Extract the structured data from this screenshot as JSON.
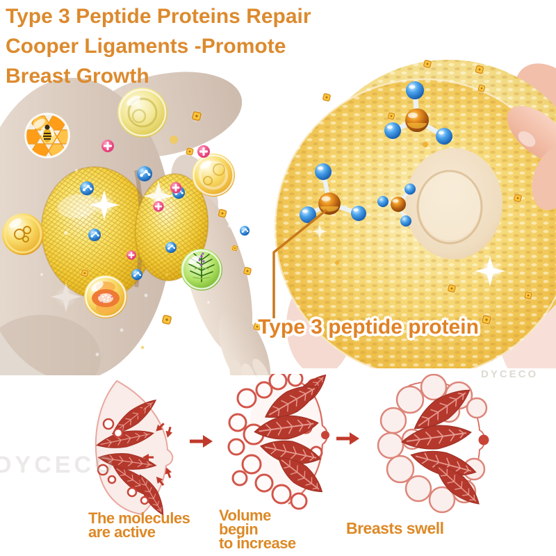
{
  "image_type": "product-infographic",
  "colors": {
    "background": "#FFFFFF",
    "headline_orange": "#DC8A2E",
    "callout_orange": "#E08226",
    "callout_line": "#C8791D",
    "step_label_orange": "#DD8926",
    "diagram_red": "#C0392B",
    "lobe_red": "#B5382C",
    "patch_gold": "#EEBE48",
    "breast_mesh_gold": "#F2CB35",
    "skin_beige": "#D8CBC0",
    "hand_skin": "#F3C0A8"
  },
  "heading": {
    "lines": [
      "Type 3 Peptide Proteins Repair",
      "Cooper Ligaments -Promote",
      "Breast Growth"
    ]
  },
  "patch_callout": {
    "label": "Type 3 peptide protein"
  },
  "watermarks": {
    "top_right": "DYCECO",
    "bottom_left": "DYCECO"
  },
  "process_steps": [
    {
      "label_lines": [
        "The molecules",
        "are active"
      ]
    },
    {
      "label_lines": [
        "Volume",
        "begin",
        "to increase"
      ]
    },
    {
      "label_lines": [
        "Breasts swell"
      ]
    }
  ],
  "illustration": {
    "left_scene_icons": [
      "woman-torso-gold-mesh-breasts",
      "honeycomb-bee-bubble",
      "golden-serum-bubble",
      "golden-essence-bubble",
      "golden-coin-bubble",
      "flower-essence-bubble",
      "rosemary-plant-bubble",
      "gold-cube-particle",
      "blue-molecule-particle",
      "pink-flower-particle",
      "sparkle"
    ],
    "patch_scene_icons": [
      "gold-woven-patch-discs",
      "inner-adhesive-pad",
      "peptide-ball-stick-molecule",
      "holding-hand",
      "gold-cube-particle",
      "sparkle"
    ],
    "diagram_icons": [
      "breast-stage-1",
      "arrow-right",
      "breast-stage-2",
      "arrow-right",
      "breast-stage-3"
    ]
  }
}
